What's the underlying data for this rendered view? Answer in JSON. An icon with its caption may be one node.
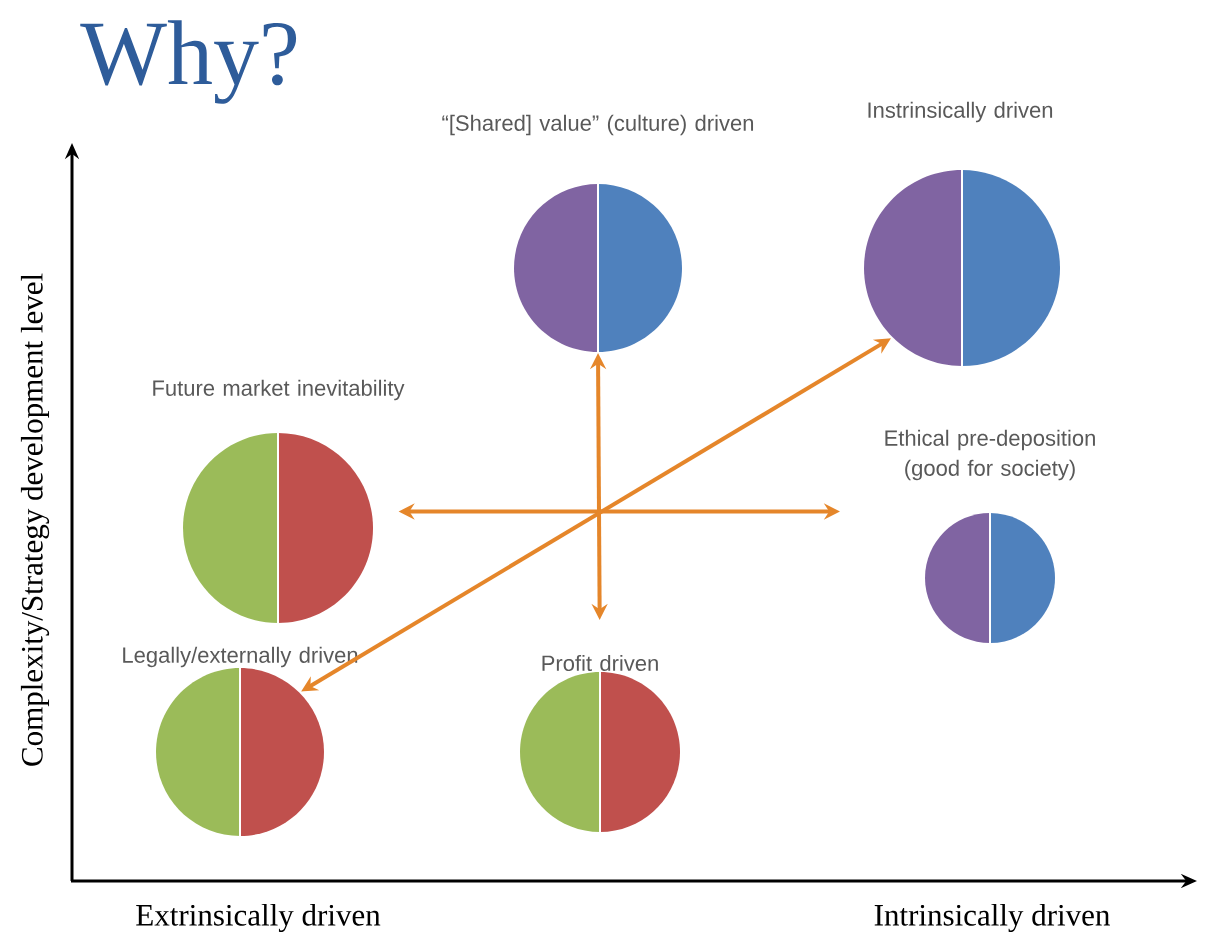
{
  "diagram": {
    "title": "Why?",
    "nodes": [
      {
        "text": [
          "“[Shared] value” (culture) driven"
        ]
      },
      {
        "text": [
          "Instrinsically driven"
        ]
      },
      {
        "text": [
          "Future market inevitability"
        ]
      },
      {
        "text": [
          "Ethical pre-deposition (good for society)"
        ]
      },
      {
        "text": [
          "Legally/externally driven"
        ]
      },
      {
        "text": [
          "Profit driven"
        ]
      }
    ],
    "edges": [
      {
        "from": 0,
        "to": 5,
        "arrow": "both"
      },
      {
        "from": 2,
        "to": 3,
        "arrow": "both"
      },
      {
        "from": 4,
        "to": 1,
        "arrow": "both"
      }
    ],
    "labels": [
      "Complexity/Strategy development level",
      "Extrinsically driven",
      "Intrinsically driven"
    ]
  }
}
